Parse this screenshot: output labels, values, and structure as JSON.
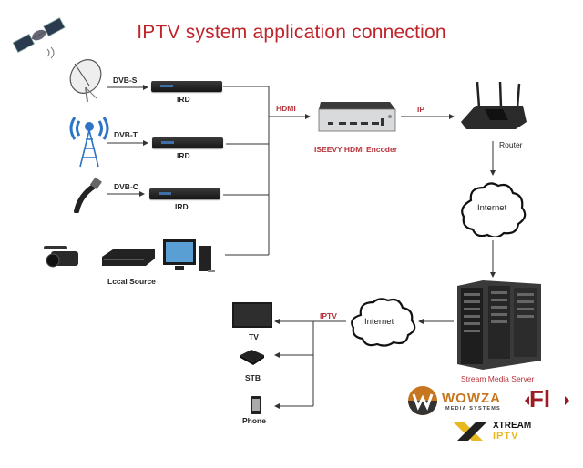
{
  "title": "IPTV system application connection",
  "sources": [
    {
      "icon": "satellite-dish-icon",
      "signal_label": "DVB-S",
      "device_label": "IRD"
    },
    {
      "icon": "broadcast-tower-icon",
      "signal_label": "DVB-T",
      "device_label": "IRD"
    },
    {
      "icon": "coax-cable-icon",
      "signal_label": "DVB-C",
      "device_label": "IRD"
    }
  ],
  "local_source": {
    "label": "Lccal Source",
    "icons": [
      "camcorder-icon",
      "dvd-player-icon",
      "desktop-computer-icon"
    ]
  },
  "links": {
    "hdmi": "HDMI",
    "ip": "IP",
    "iptv": "IPTV"
  },
  "encoder": {
    "label": "ISEEVY HDMI Encoder"
  },
  "router": {
    "label": "Router"
  },
  "clouds": {
    "internet_top": "Internet",
    "internet_bottom": "Internet"
  },
  "server": {
    "label": "Stream Media Server"
  },
  "endpoints": [
    {
      "label": "TV",
      "icon": "tv-icon"
    },
    {
      "label": "STB",
      "icon": "set-top-box-icon"
    },
    {
      "label": "Phone",
      "icon": "phone-icon"
    }
  ],
  "logos": {
    "wowza_name": "WOWZA",
    "wowza_sub": "MEDIA SYSTEMS",
    "fl": "Fl",
    "xtream_top": "XTREAM",
    "xtream_bottom": "IPTV"
  },
  "colors": {
    "title": "#c0242b",
    "link_label": "#b8323a",
    "wowza_orange": "#c7761f",
    "xtream_yellow": "#e8b820"
  }
}
